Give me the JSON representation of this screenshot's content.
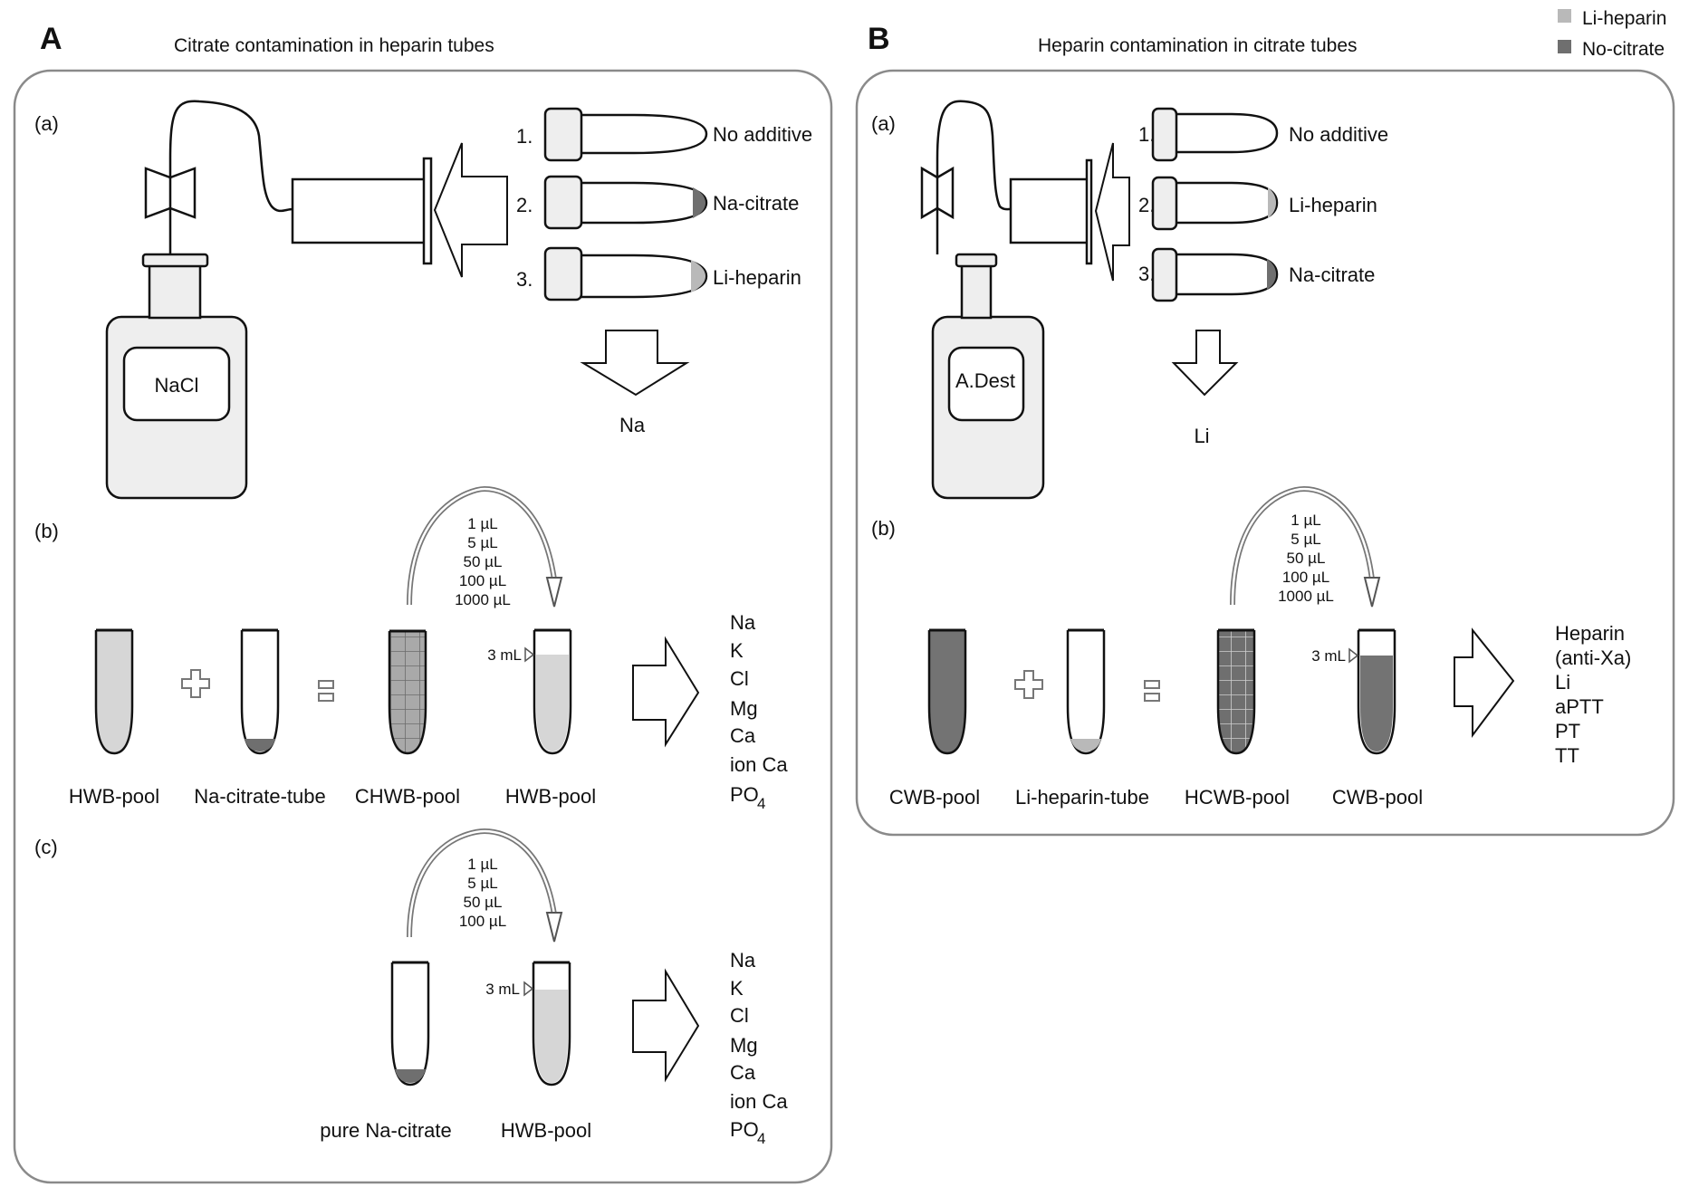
{
  "legend": {
    "items": [
      {
        "label": "Li-heparin",
        "color": "#b9b9b9"
      },
      {
        "label": "No-citrate",
        "color": "#6f6f6f"
      }
    ]
  },
  "colors": {
    "li_heparin": "#b9b9b9",
    "citrate": "#6f6f6f",
    "light_fill": "#eeeeee",
    "hwb_fill": "#d6d6d6",
    "cwb_fill": "#737373",
    "frame": "#8a8a8a"
  },
  "panelA": {
    "letter": "A",
    "title": "Citrate contamination in heparin tubes",
    "a": {
      "label": "(a)",
      "bottle_label": "NaCl",
      "tubes": [
        {
          "num": "1.",
          "label": "No additive"
        },
        {
          "num": "2.",
          "label": "Na-citrate"
        },
        {
          "num": "3.",
          "label": "Li-heparin"
        }
      ],
      "result": "Na"
    },
    "b": {
      "label": "(b)",
      "volumes": [
        "1 µL",
        "5 µL",
        "50 µL",
        "100 µL",
        "1000 µL"
      ],
      "fill_mark": "3 mL",
      "tubes": [
        "HWB-pool",
        "Na-citrate-tube",
        "CHWB-pool",
        "HWB-pool"
      ],
      "analytes": [
        "Na",
        "K",
        "Cl",
        "Mg",
        "Ca",
        "ion Ca",
        "PO",
        "4"
      ]
    },
    "c": {
      "label": "(c)",
      "volumes": [
        "1 µL",
        "5 µL",
        "50 µL",
        "100 µL"
      ],
      "fill_mark": "3 mL",
      "tubes": [
        "pure Na-citrate",
        "HWB-pool"
      ],
      "analytes": [
        "Na",
        "K",
        "Cl",
        "Mg",
        "Ca",
        "ion Ca",
        "PO",
        "4"
      ]
    }
  },
  "panelB": {
    "letter": "B",
    "title": "Heparin contamination in citrate tubes",
    "a": {
      "label": "(a)",
      "bottle_label": "A.Dest",
      "tubes": [
        {
          "num": "1.",
          "label": "No additive"
        },
        {
          "num": "2.",
          "label": "Li-heparin"
        },
        {
          "num": "3.",
          "label": "Na-citrate"
        }
      ],
      "result": "Li"
    },
    "b": {
      "label": "(b)",
      "volumes": [
        "1 µL",
        "5 µL",
        "50 µL",
        "100 µL",
        "1000 µL"
      ],
      "fill_mark": "3 mL",
      "tubes": [
        "CWB-pool",
        "Li-heparin-tube",
        "HCWB-pool",
        "CWB-pool"
      ],
      "analytes": [
        "Heparin",
        "(anti-Xa)",
        "Li",
        "aPTT",
        "PT",
        "TT"
      ]
    }
  }
}
